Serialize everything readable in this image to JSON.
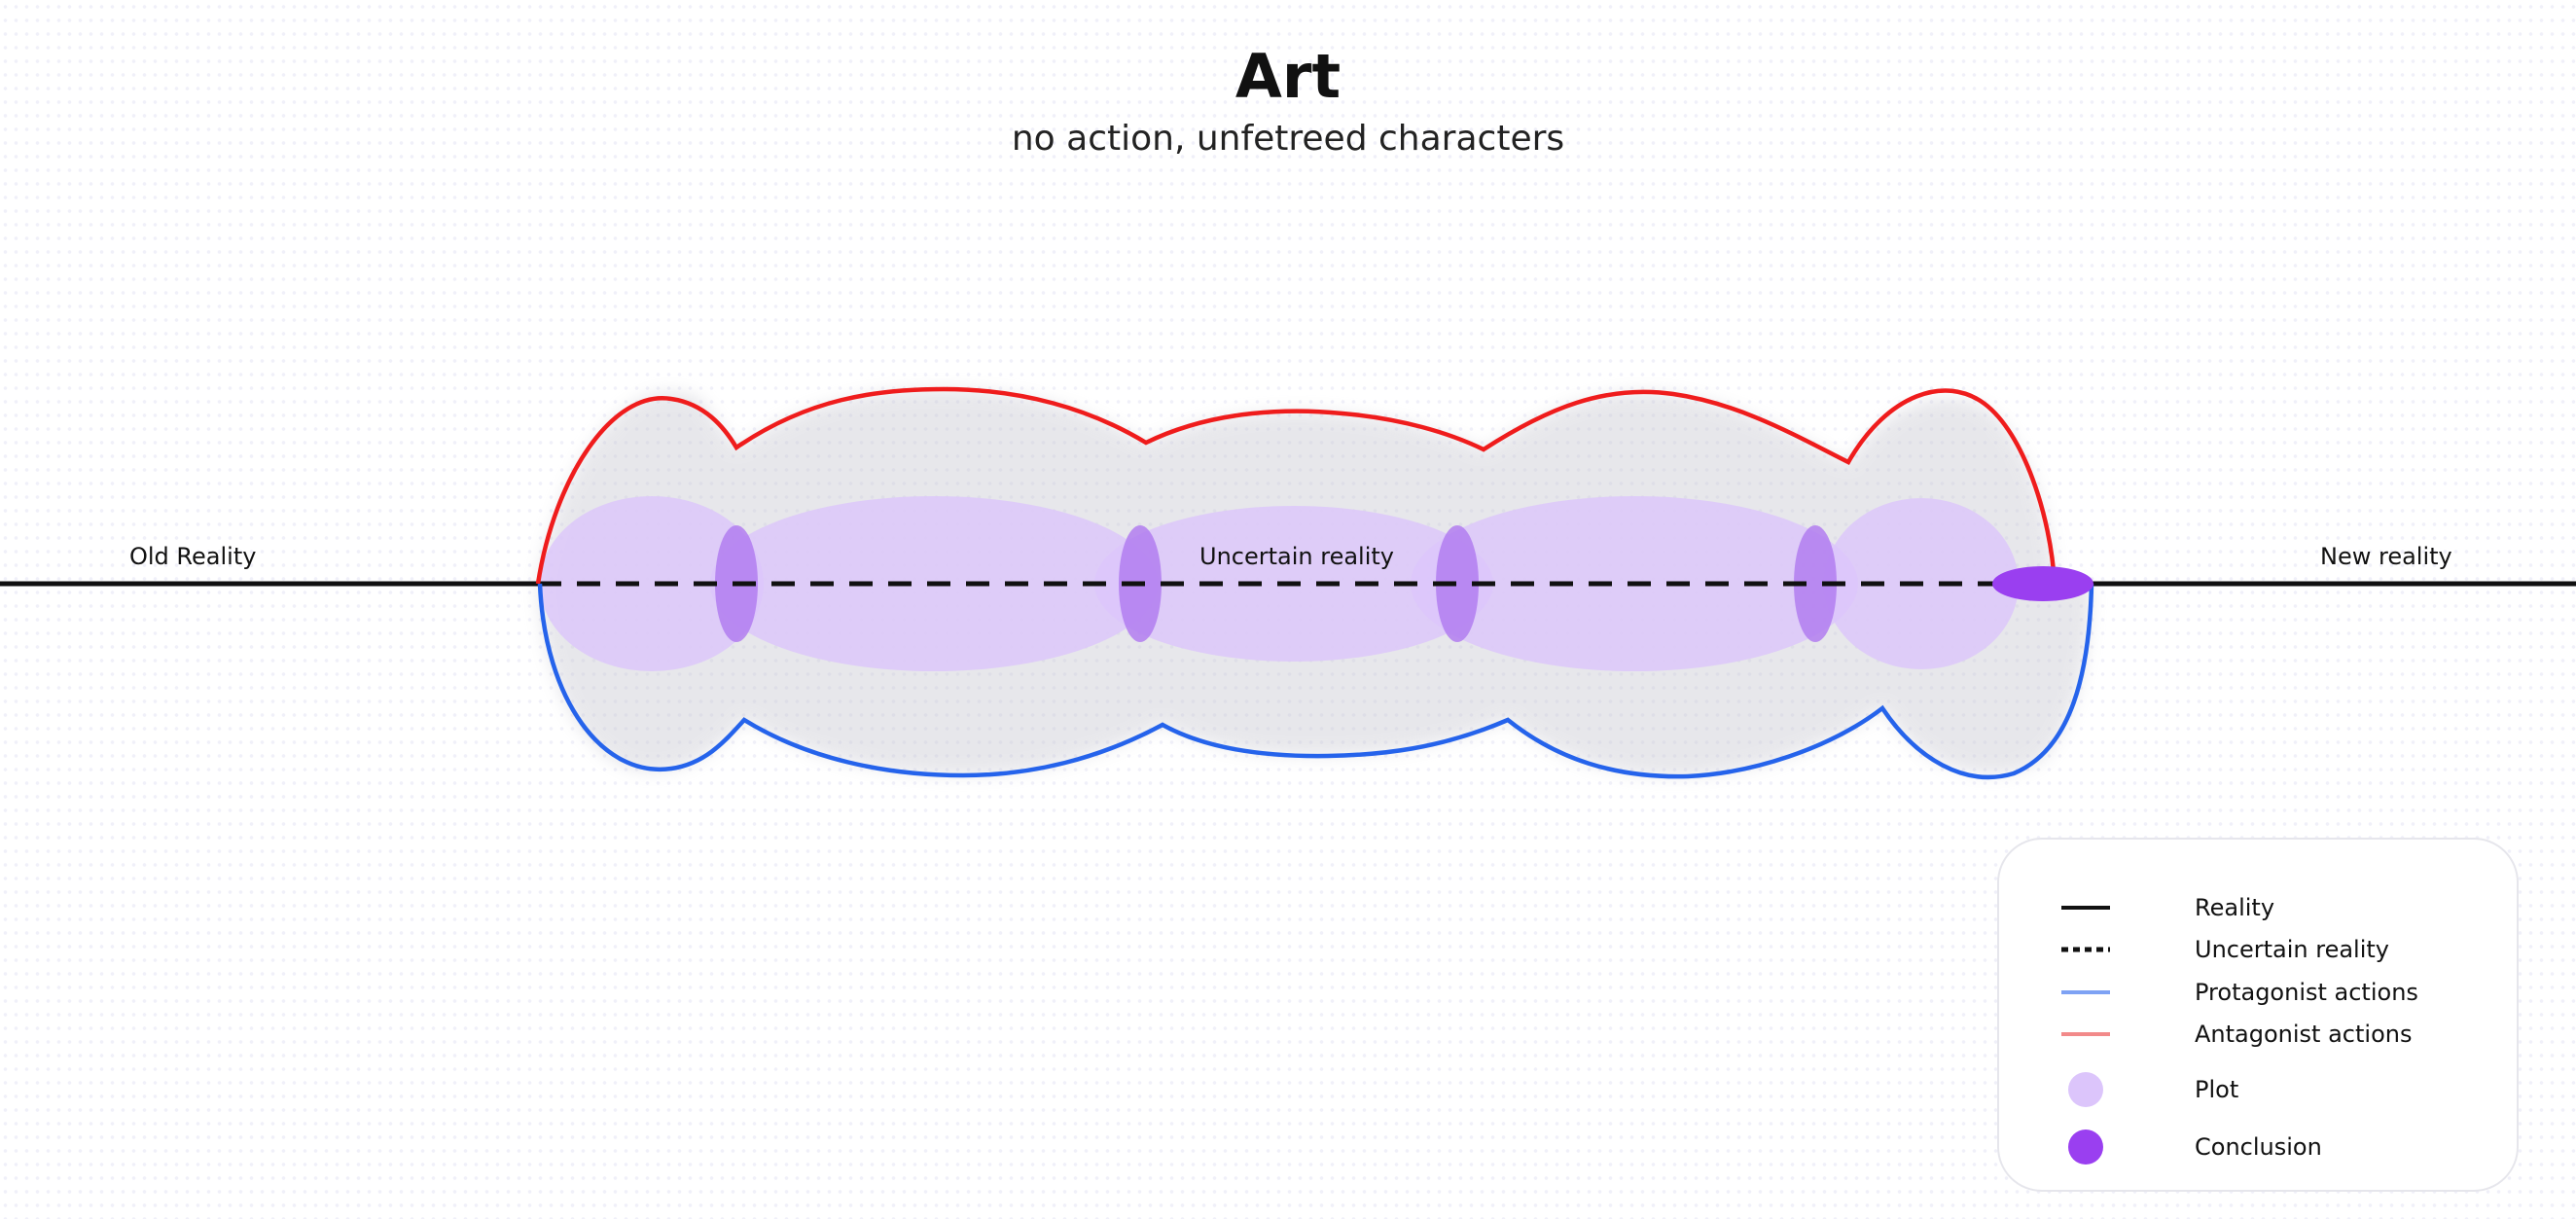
{
  "title": "Art",
  "subtitle": "no action, unfetreed characters",
  "labels": {
    "old_reality": "Old Reality",
    "uncertain_reality": "Uncertain reality",
    "new_reality": "New reality"
  },
  "legend": [
    {
      "key": "reality",
      "label": "Reality"
    },
    {
      "key": "uncertain",
      "label": "Uncertain reality"
    },
    {
      "key": "protagonist",
      "label": "Protagonist actions"
    },
    {
      "key": "antagonist",
      "label": "Antagonist actions"
    },
    {
      "key": "plot",
      "label": "Plot"
    },
    {
      "key": "conclusion",
      "label": "Conclusion"
    }
  ],
  "colors": {
    "reality": "#111111",
    "protagonist": "#2563eb",
    "antagonist": "#ef1c1c",
    "protagonist_legend": "#7ea2f4",
    "antagonist_legend": "#f28a8a",
    "plot": "#dcc5fb",
    "plot_divider": "#b27cf0",
    "conclusion": "#9a3ff0"
  }
}
